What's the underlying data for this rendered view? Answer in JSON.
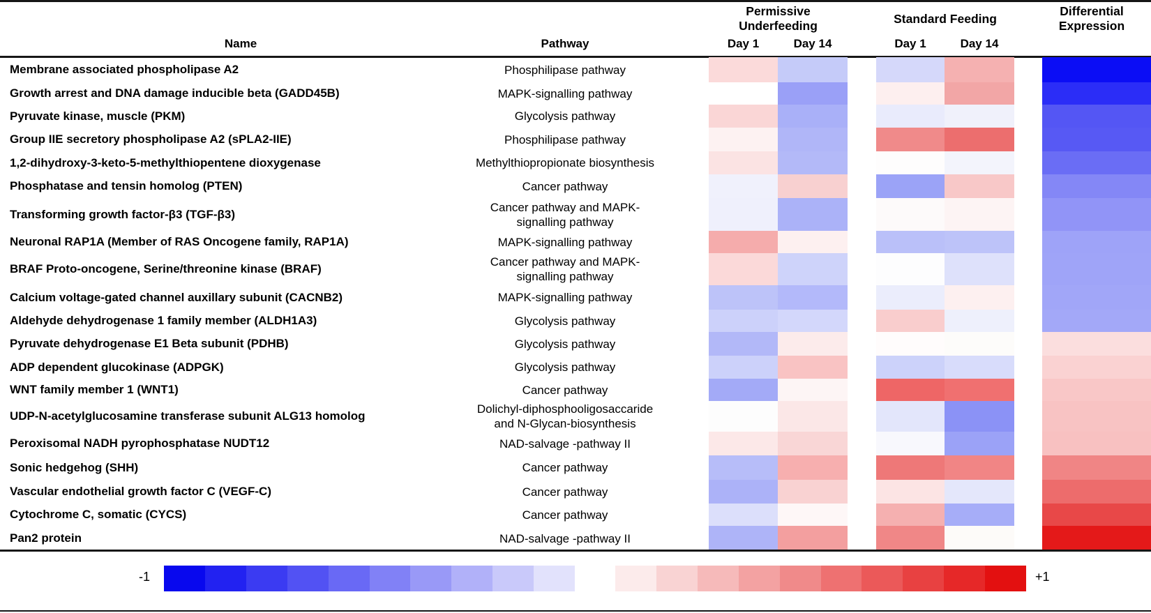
{
  "header": {
    "name_col": "Name",
    "pathway_col": "Pathway",
    "group_pu": {
      "line1": "Permissive",
      "line2": "Underfeeding"
    },
    "group_sf": "Standard Feeding",
    "group_de": {
      "line1": "Differential",
      "line2": "Expression"
    },
    "subcols": [
      "Day 1",
      "Day 14",
      "Day 1",
      "Day 14"
    ]
  },
  "legend": {
    "min_label": "-1",
    "max_label": "+1",
    "blue_steps": [
      "#0808ee",
      "#2222f1",
      "#3b3bf2",
      "#5252f3",
      "#6969f5",
      "#8181f6",
      "#9999f7",
      "#b1b1f9",
      "#c9c9fa",
      "#e2e2fc"
    ],
    "red_steps": [
      "#fcebeb",
      "#f9d3d3",
      "#f6baba",
      "#f3a2a2",
      "#f08a8a",
      "#ee7171",
      "#eb5959",
      "#e84141",
      "#e62828",
      "#e31010"
    ]
  },
  "chart_data": {
    "type": "heatmap",
    "title": "",
    "value_range": [
      -1,
      1
    ],
    "colormap": "blue (-1) to white (0) to red (+1)",
    "columns": [
      "Permissive Underfeeding Day 1",
      "Permissive Underfeeding Day 14",
      "Standard Feeding Day 1",
      "Standard Feeding Day 14",
      "Differential Expression"
    ],
    "rows": [
      {
        "name": "Membrane associated phospholipase A2",
        "pathway": "Phosphilipase pathway",
        "h": 36,
        "colors": [
          "#fbdada",
          "#c5cbf9",
          "#d5d8fa",
          "#f5b1b1",
          "#0b0df5"
        ],
        "values": [
          0.15,
          -0.23,
          -0.16,
          0.3,
          -0.96
        ]
      },
      {
        "name": "Growth arrest and DNA damage inducible beta (GADD45B)",
        "pathway": "MAPK-signalling pathway",
        "h": 32,
        "colors": [
          "#ffffff",
          "#9aa0f7",
          "#fdefef",
          "#f2a6a6",
          "#2b2df7"
        ],
        "values": [
          0.0,
          -0.4,
          0.06,
          0.33,
          -0.88
        ]
      },
      {
        "name": "Pyruvate kinase, muscle (PKM)",
        "pathway": "Glycolysis pathway",
        "h": 33,
        "colors": [
          "#fad6d6",
          "#a9b0f8",
          "#e9ebfc",
          "#f0f1fb",
          "#5456f4"
        ],
        "values": [
          0.16,
          -0.34,
          -0.09,
          -0.06,
          -0.67
        ]
      },
      {
        "name": "Group IIE secretory phospholipase A2 (sPLA2-IIE)",
        "pathway": "Phosphilipase pathway",
        "h": 34,
        "colors": [
          "#fdf2f2",
          "#b0b6f8",
          "#f08a8a",
          "#ec6e6e",
          "#5759f4"
        ],
        "values": [
          0.05,
          -0.31,
          0.46,
          0.57,
          -0.66
        ]
      },
      {
        "name": "1,2-dihydroxy-3-keto-5-methylthiopentene dioxygenase",
        "pathway": "Methylthiopropionate biosynthesis",
        "h": 33,
        "colors": [
          "#fbe3e3",
          "#b3b9f8",
          "#fefdfd",
          "#f3f4fc",
          "#6a6df5"
        ],
        "values": [
          0.11,
          -0.3,
          0.01,
          -0.05,
          -0.58
        ]
      },
      {
        "name": "Phosphatase and tensin homolog (PTEN)",
        "pathway": "Cancer pathway",
        "h": 34,
        "colors": [
          "#f0f1fc",
          "#f8d0d0",
          "#9ba3f7",
          "#f8c8c8",
          "#8487f6"
        ],
        "values": [
          -0.06,
          0.18,
          -0.39,
          0.21,
          -0.48
        ]
      },
      {
        "name": "Transforming growth factor-β3 (TGF-β3)",
        "pathway": "Cancer pathway and MAPK-\nsignalling pathway",
        "h": 47,
        "colors": [
          "#eff0fc",
          "#abb2f8",
          "#fdfafa",
          "#fdf4f4",
          "#9194f7"
        ],
        "values": [
          -0.06,
          -0.33,
          0.02,
          0.04,
          -0.43
        ]
      },
      {
        "name": "Neuronal RAP1A (Member of RAS Oncogene family, RAP1A)",
        "pathway": "MAPK-signalling pathway",
        "h": 32,
        "colors": [
          "#f5acac",
          "#fdf0f0",
          "#bac0f9",
          "#bdc3f9",
          "#9ea3f8"
        ],
        "values": [
          0.32,
          0.06,
          -0.27,
          -0.26,
          -0.38
        ]
      },
      {
        "name": "BRAF Proto-oncogene, Serine/threonine kinase (BRAF)",
        "pathway": "Cancer pathway and MAPK-\nsignalling pathway",
        "h": 46,
        "colors": [
          "#fbd9d9",
          "#ced3fa",
          "#fdfdfe",
          "#dee1fb",
          "#9fa4f8"
        ],
        "values": [
          0.15,
          -0.19,
          0.0,
          -0.13,
          -0.38
        ]
      },
      {
        "name": "Calcium voltage-gated channel auxillary subunit (CACNB2)",
        "pathway": "MAPK-signalling pathway",
        "h": 35,
        "colors": [
          "#bdc3f9",
          "#b3b9fa",
          "#ebedfc",
          "#fdf0f0",
          "#a1a6f8"
        ],
        "values": [
          -0.26,
          -0.3,
          -0.08,
          0.06,
          -0.37
        ]
      },
      {
        "name": "Aldehyde dehydrogenase 1 family member (ALDH1A3)",
        "pathway": "Glycolysis pathway",
        "h": 32,
        "colors": [
          "#ccd1fa",
          "#d3d7fb",
          "#f9cdcd",
          "#eef0fc",
          "#a3a8f8"
        ],
        "values": [
          -0.2,
          -0.17,
          0.2,
          -0.07,
          -0.36
        ]
      },
      {
        "name": "Pyruvate dehydrogenase E1 Beta subunit (PDHB)",
        "pathway": "Glycolysis pathway",
        "h": 34,
        "colors": [
          "#b2b8f8",
          "#fcebeb",
          "#fffcfc",
          "#fdfcfa",
          "#fbdede"
        ],
        "values": [
          -0.3,
          0.08,
          0.01,
          0.01,
          0.13
        ]
      },
      {
        "name": "ADP dependent glucokinase (ADPGK)",
        "pathway": "Glycolysis pathway",
        "h": 33,
        "colors": [
          "#ccd1fa",
          "#f9c3c3",
          "#ccd2fa",
          "#d8dcfb",
          "#fad2d2"
        ],
        "values": [
          -0.2,
          0.24,
          -0.2,
          -0.15,
          0.18
        ]
      },
      {
        "name": "WNT family member 1 (WNT1)",
        "pathway": "Cancer pathway",
        "h": 32,
        "colors": [
          "#a3aaf7",
          "#fdf5f5",
          "#ee6666",
          "#f07070",
          "#f9c7c7"
        ],
        "values": [
          -0.36,
          0.04,
          0.6,
          0.56,
          0.22
        ]
      },
      {
        "name": "UDP-N-acetylglucosamine transferase subunit ALG13 homolog",
        "pathway": "Dolichyl-diphosphooligosaccaride\nand N-Glycan-biosynthesis",
        "h": 44,
        "colors": [
          "#fdfdfd",
          "#fbe7e7",
          "#e3e6fb",
          "#8b92f6",
          "#f8c3c3"
        ],
        "values": [
          0.0,
          0.09,
          -0.11,
          -0.45,
          0.24
        ]
      },
      {
        "name": "Peroxisomal NADH pyrophosphatase NUDT12",
        "pathway": "NAD-salvage -pathway II",
        "h": 34,
        "colors": [
          "#fce8e8",
          "#f9d6d6",
          "#f8f8fd",
          "#9ba2f7",
          "#f8c1c1"
        ],
        "values": [
          0.09,
          0.16,
          -0.03,
          -0.39,
          0.25
        ]
      },
      {
        "name": "Sonic hedgehog (SHH)",
        "pathway": "Cancer pathway",
        "h": 35,
        "colors": [
          "#b7bdf9",
          "#f7afaf",
          "#ee7878",
          "#f18585",
          "#f08585"
        ],
        "values": [
          -0.28,
          0.31,
          0.53,
          0.47,
          0.47
        ]
      },
      {
        "name": "Vascular endothelial growth factor C (VEGF-C)",
        "pathway": "Cancer pathway",
        "h": 34,
        "colors": [
          "#acb2f8",
          "#f9d2d2",
          "#fce4e4",
          "#e4e7fb",
          "#ed6c6c"
        ],
        "values": [
          -0.33,
          0.18,
          0.11,
          -0.11,
          0.57
        ]
      },
      {
        "name": "Cytochrome C, somatic (CYCS)",
        "pathway": "Cancer pathway",
        "h": 32,
        "colors": [
          "#dcdffb",
          "#fef7f7",
          "#f5b0b0",
          "#a6adf8",
          "#e84848"
        ],
        "values": [
          -0.14,
          0.03,
          0.31,
          -0.35,
          0.71
        ]
      },
      {
        "name": "Pan2 protein",
        "pathway": "NAD-salvage -pathway II",
        "h": 36,
        "colors": [
          "#aeb4f8",
          "#f39f9f",
          "#f08787",
          "#fdfbf9",
          "#e41919"
        ],
        "values": [
          -0.32,
          0.37,
          0.47,
          0.01,
          0.9
        ]
      }
    ]
  }
}
